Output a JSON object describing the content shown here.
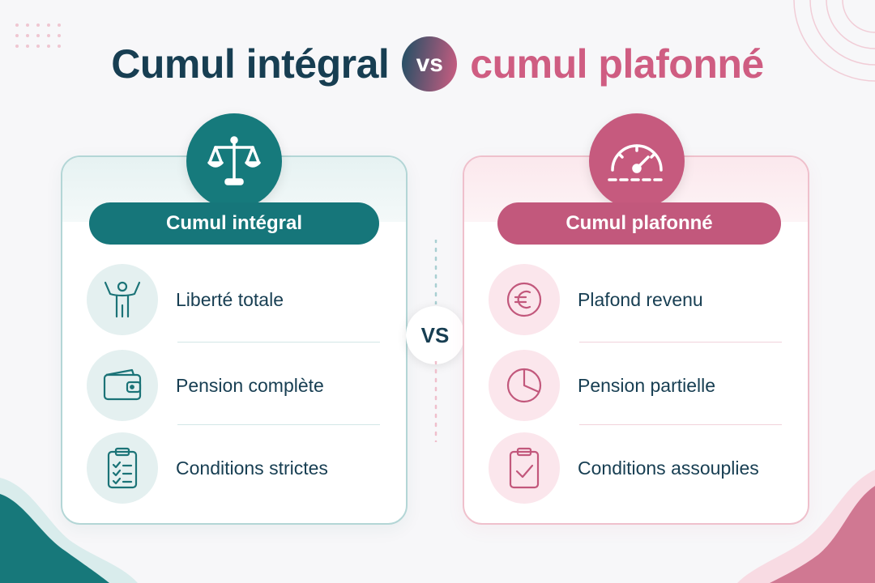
{
  "title": {
    "left": "Cumul intégral",
    "vs": "vs",
    "right": "cumul plafonné"
  },
  "center_vs": "VS",
  "colors": {
    "teal": "#16767a",
    "rose": "#c2587c",
    "navy_text": "#173e52"
  },
  "left_card": {
    "header_icon": "scale-icon",
    "pill_label": "Cumul intégral",
    "items": [
      {
        "icon": "person-arms-raised-icon",
        "label": "Liberté totale"
      },
      {
        "icon": "wallet-icon",
        "label": "Pension complète"
      },
      {
        "icon": "clipboard-checklist-icon",
        "label": "Conditions strictes"
      }
    ]
  },
  "right_card": {
    "header_icon": "gauge-icon",
    "pill_label": "Cumul plafonné",
    "items": [
      {
        "icon": "euro-icon",
        "label": "Plafond revenu"
      },
      {
        "icon": "pie-chart-icon",
        "label": "Pension partielle"
      },
      {
        "icon": "clipboard-check-icon",
        "label": "Conditions assouplies"
      }
    ]
  }
}
